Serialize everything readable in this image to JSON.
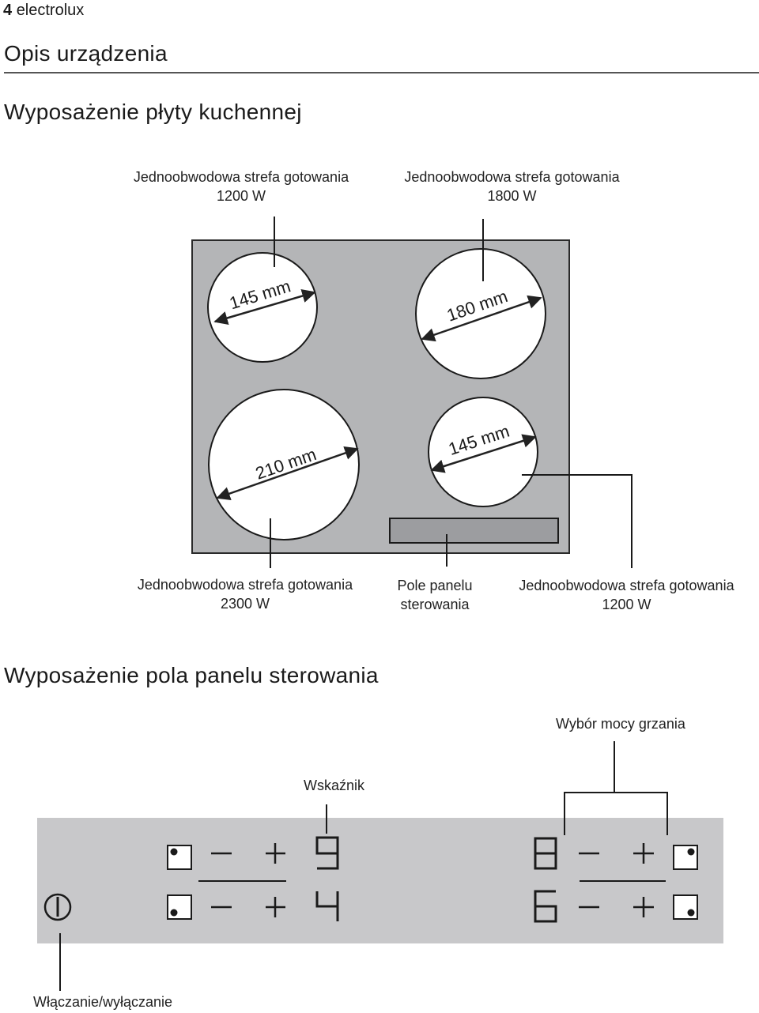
{
  "header": {
    "page_number": "4",
    "brand": "electrolux"
  },
  "section_title": "Opis urządzenia",
  "hob": {
    "title": "Wyposażenie płyty kuchennej",
    "zones": {
      "top_left": {
        "name": "Jednoobwodowa strefa gotowania",
        "power": "1200 W",
        "diameter": "145 mm"
      },
      "top_right": {
        "name": "Jednoobwodowa strefa gotowania",
        "power": "1800 W",
        "diameter": "180 mm"
      },
      "bottom_left": {
        "name": "Jednoobwodowa strefa gotowania",
        "power": "2300 W",
        "diameter": "210 mm"
      },
      "bottom_right": {
        "name": "Jednoobwodowa strefa gotowania",
        "power": "1200 W",
        "diameter": "145 mm"
      }
    },
    "control_panel": {
      "line1": "Pole panelu",
      "line2": "sterowania"
    }
  },
  "panel": {
    "title": "Wyposażenie pola panelu sterowania",
    "label_power_select": "Wybór mocy grzania",
    "label_indicator": "Wskaźnik",
    "label_on_off": "Włączanie/wyłączanie",
    "colors": {
      "panel": "#c8c8ca",
      "hob_plate": "#b4b5b7",
      "outline": "#2a2a2a"
    }
  }
}
